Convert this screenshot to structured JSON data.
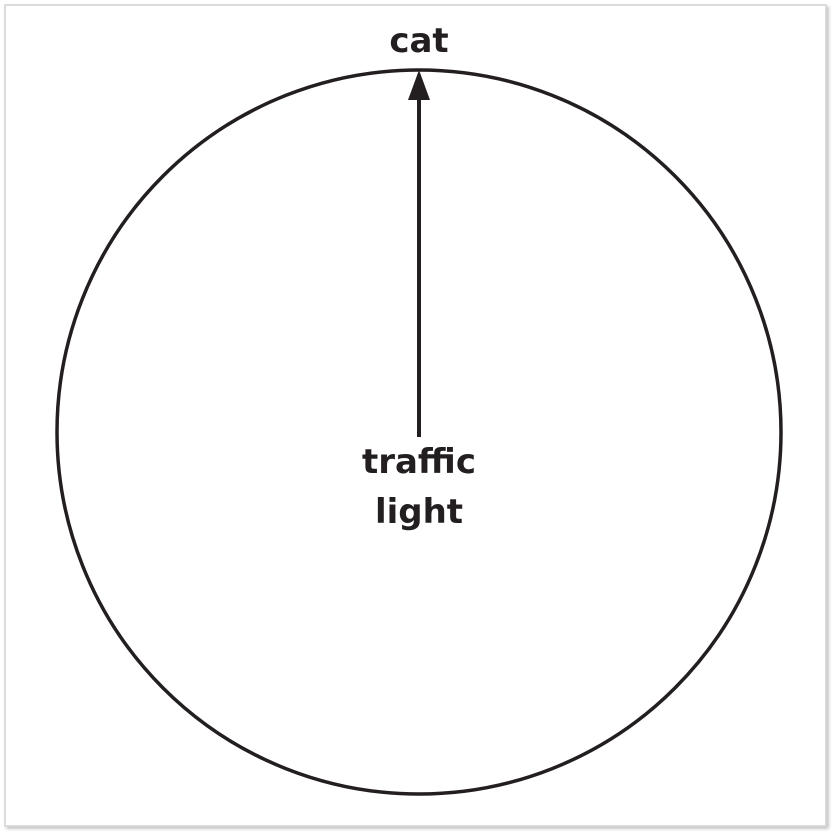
{
  "diagram": {
    "top_label": "cat",
    "center_label_line1": "traffic",
    "center_label_line2": "light",
    "colors": {
      "stroke": "#231f20",
      "frame": "#cfcfcf",
      "background": "#ffffff"
    }
  }
}
